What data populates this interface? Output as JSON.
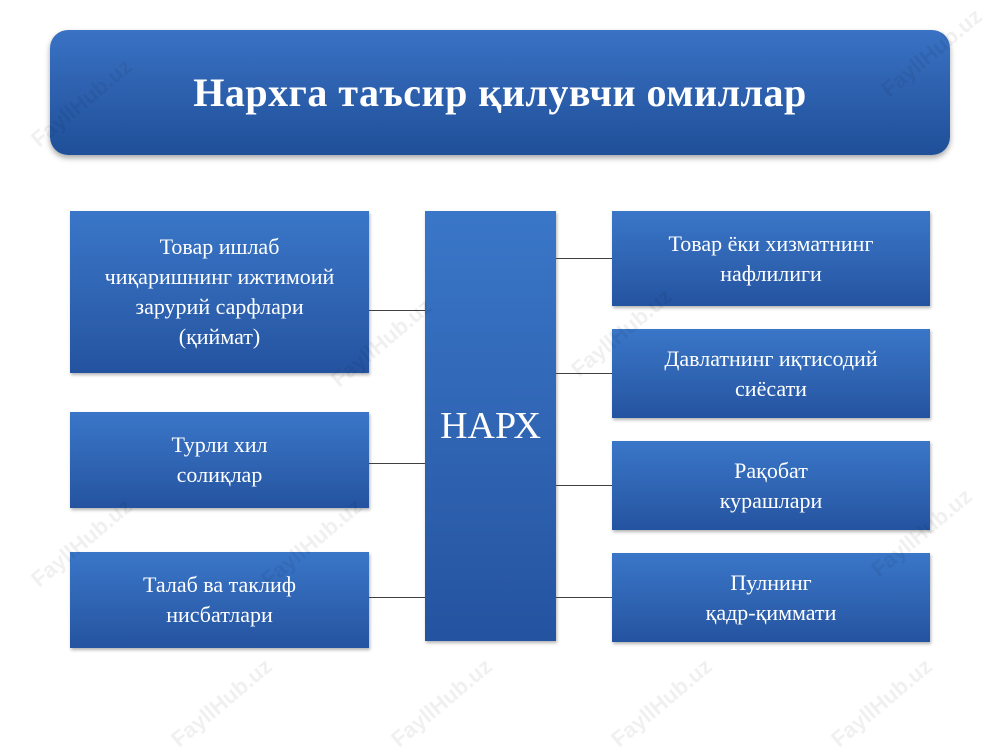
{
  "title": "Нархга таъсир қилувчи омиллар",
  "center": "НАРХ",
  "left_factors": [
    "Товар ишлаб\nчиқаришнинг ижтимоий\nзарурий сарфлари\n(қиймат)",
    "Турли хил\nсолиқлар",
    "Талаб ва таклиф\nнисбатлари"
  ],
  "right_factors": [
    "Товар ёки хизматнинг\nнафлилиги",
    "Давлатнинг иқтисодий\nсиёсати",
    "Рақобат\nкурашлари",
    "Пулнинг\nқадр-қиммати"
  ],
  "watermark": "FayllHub.uz",
  "colors": {
    "box_blue": "#2f64b2",
    "title_blue": "#2e62b0",
    "connector": "#404040"
  }
}
